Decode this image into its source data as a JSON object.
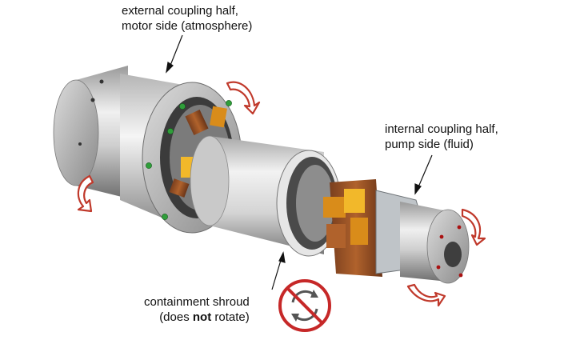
{
  "labels": {
    "external": {
      "line1": "external coupling half,",
      "line2": "motor side (atmosphere)"
    },
    "internal": {
      "line1": "internal coupling half,",
      "line2": "pump side (fluid)"
    },
    "shroud": {
      "line1": "containment shroud",
      "line2_pre": "(does ",
      "line2_bold": "not",
      "line2_post": " rotate)"
    }
  },
  "colors": {
    "metal_light": "#e4e4e4",
    "metal_dark": "#7d7d7d",
    "magnet_orange": "#d98c1a",
    "magnet_brown": "#8a4a24",
    "magnet_yellow": "#f2b82a",
    "arrow_red": "#c0392b",
    "bolt_green": "#2f9e3a",
    "no_sign_red": "#c62828"
  },
  "icons": [
    "rotation-arrow-icon",
    "no-rotation-sign-icon",
    "bolt-icon"
  ]
}
